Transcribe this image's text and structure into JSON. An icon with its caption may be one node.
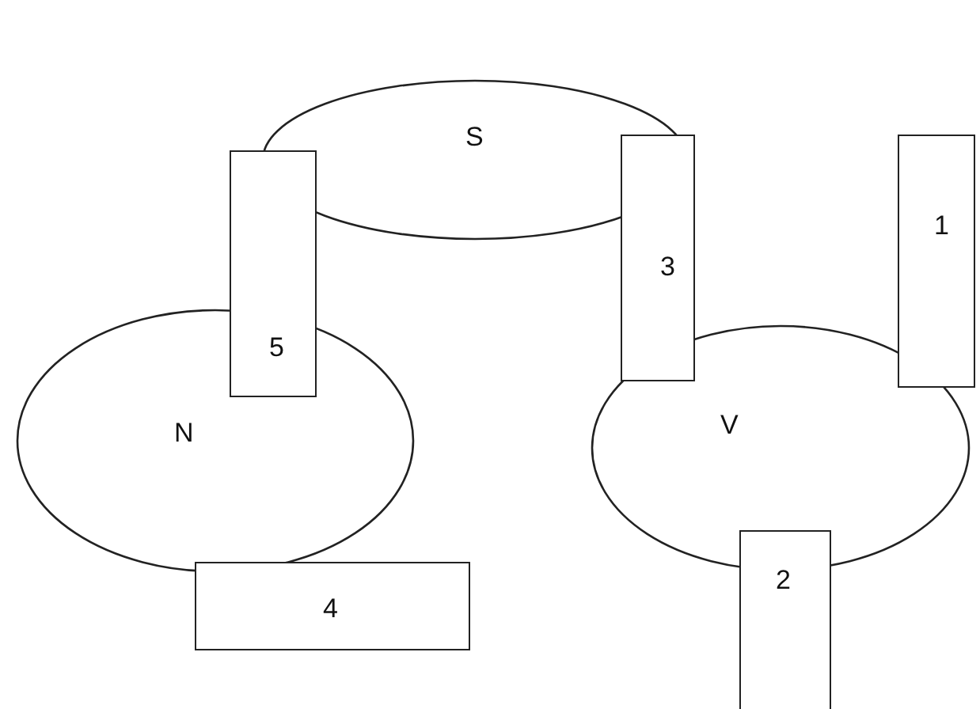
{
  "diagram": {
    "nodes": [
      {
        "text": [
          "S"
        ]
      },
      {
        "text": [
          "3"
        ]
      },
      {
        "text": [
          "1"
        ]
      },
      {
        "text": [
          "5"
        ]
      },
      {
        "text": [
          "N"
        ]
      },
      {
        "text": [
          "V"
        ]
      },
      {
        "text": [
          "4"
        ]
      },
      {
        "text": [
          "2"
        ]
      }
    ]
  }
}
